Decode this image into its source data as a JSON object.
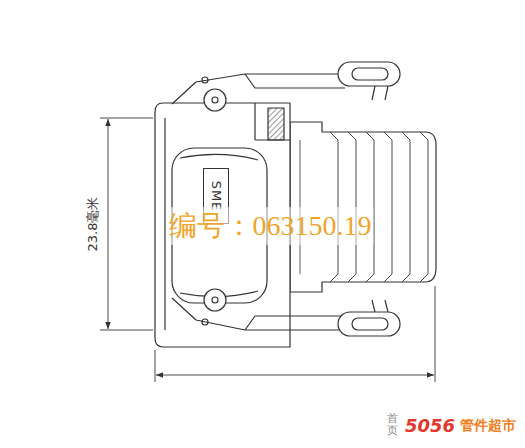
{
  "diagram": {
    "nodes": [
      {
        "text": [
          "SME"
        ]
      }
    ],
    "labels": [
      "23.8毫米",
      "编号：063150.19",
      "首页",
      "5056",
      "管件超市"
    ]
  }
}
